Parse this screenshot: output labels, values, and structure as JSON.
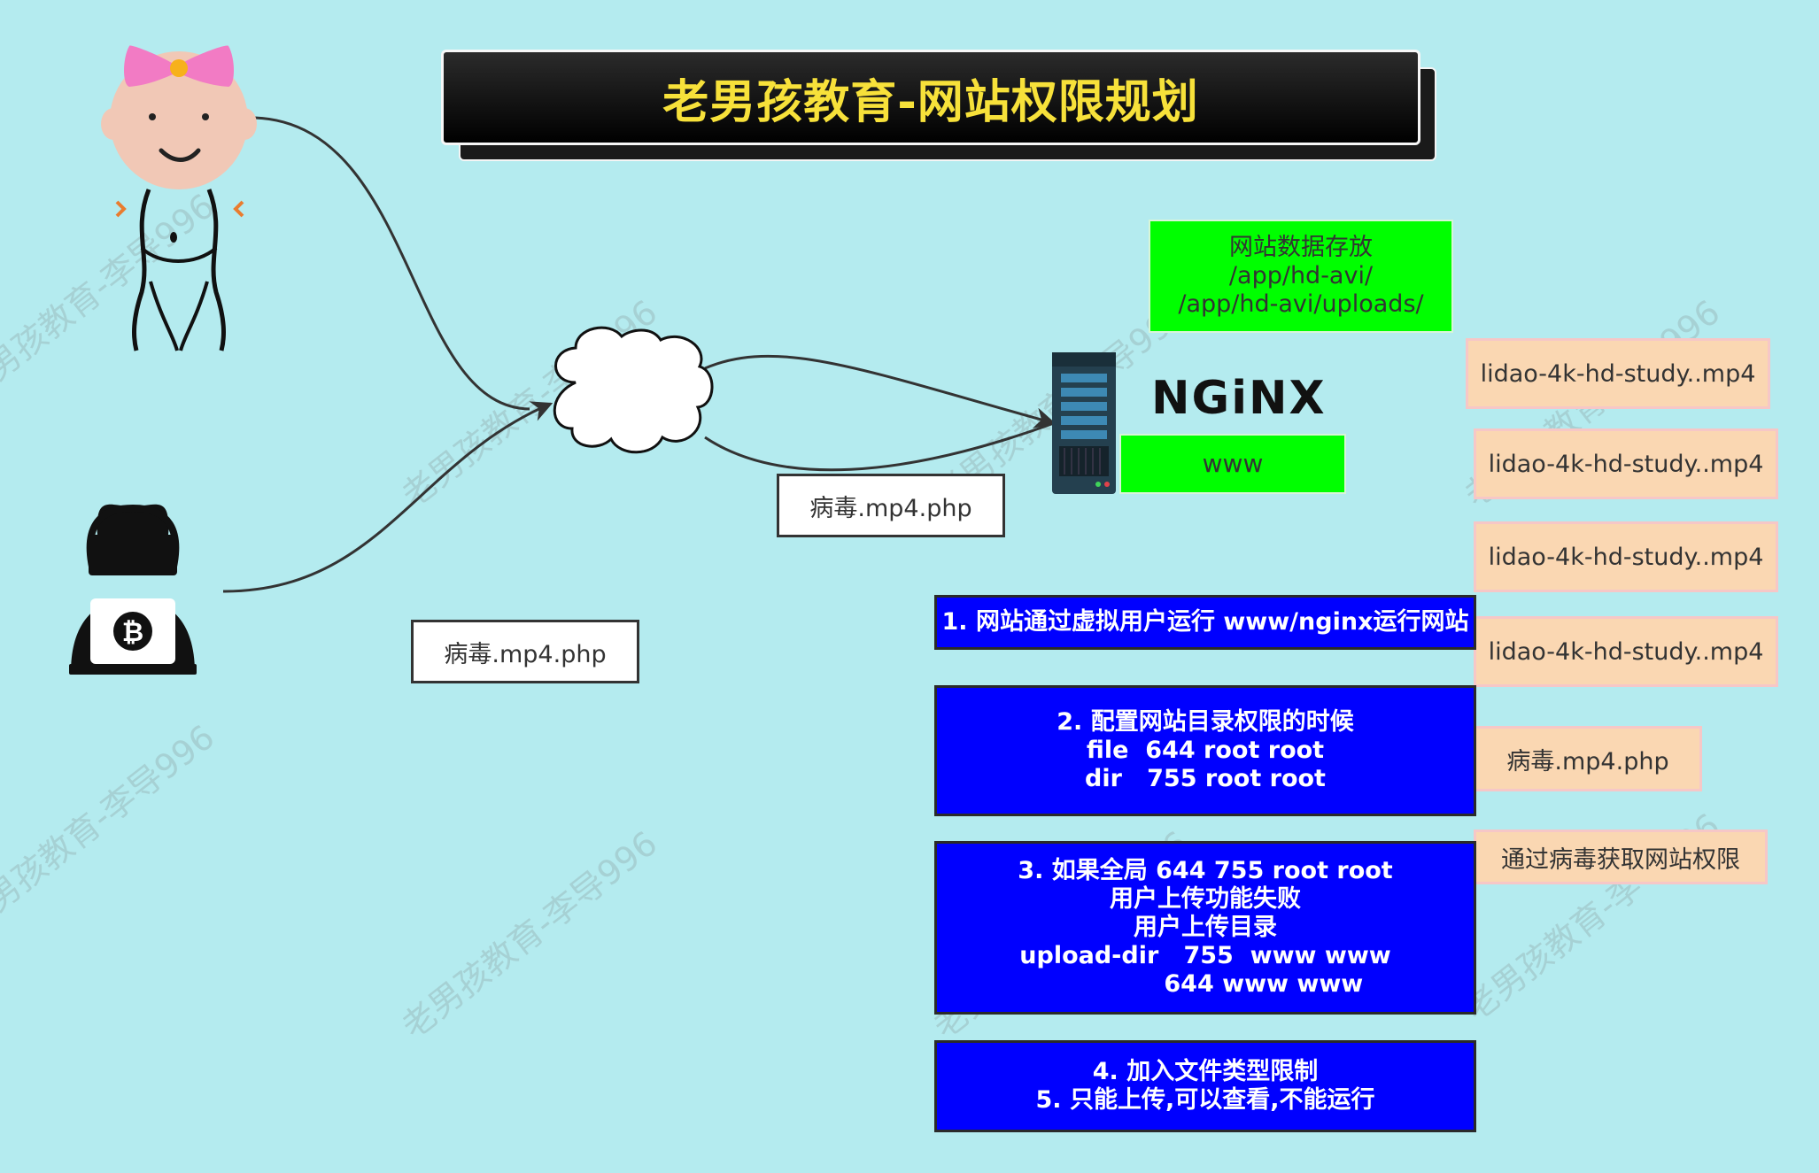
{
  "title": "老男孩教育-网站权限规划",
  "watermark": "老男孩教育-李导996",
  "storage": {
    "heading": "网站数据存放",
    "path1": "/app/hd-avi/",
    "path2": "/app/hd-avi/uploads/"
  },
  "server": {
    "logo": "NGiNX",
    "user_label": "www"
  },
  "uploads": {
    "near_cloud": "病毒.mp4.php",
    "near_hacker": "病毒.mp4.php"
  },
  "files": [
    "lidao-4k-hd-study..mp4",
    "lidao-4k-hd-study..mp4",
    "lidao-4k-hd-study..mp4",
    "lidao-4k-hd-study..mp4"
  ],
  "virus_file": "病毒.mp4.php",
  "virus_note": "通过病毒获取网站权限",
  "steps": {
    "step1": {
      "line1": "1. 网站通过虚拟用户运行 www/nginx运行网站"
    },
    "step2": {
      "line1": "2. 配置网站目录权限的时候",
      "line2": "file  644 root root",
      "line3": "dir   755 root root"
    },
    "step3": {
      "line1": "3. 如果全局 644 755 root root",
      "line2": "用户上传功能失败",
      "line3": "用户上传目录",
      "line4": "upload-dir   755  www www",
      "line5": "              644 www www"
    },
    "step4": {
      "line1": "4. 加入文件类型限制",
      "line2": "5. 只能上传,可以查看,不能运行"
    }
  },
  "colors": {
    "background": "#b4ebef",
    "title_text": "#f7e13a",
    "step_box": "#0000ff",
    "storage_box": "#00ff00",
    "file_box": "#fad7b2"
  },
  "icons": [
    "girl-icon",
    "hacker-icon",
    "bitcoin-icon",
    "cloud-icon",
    "server-icon"
  ]
}
